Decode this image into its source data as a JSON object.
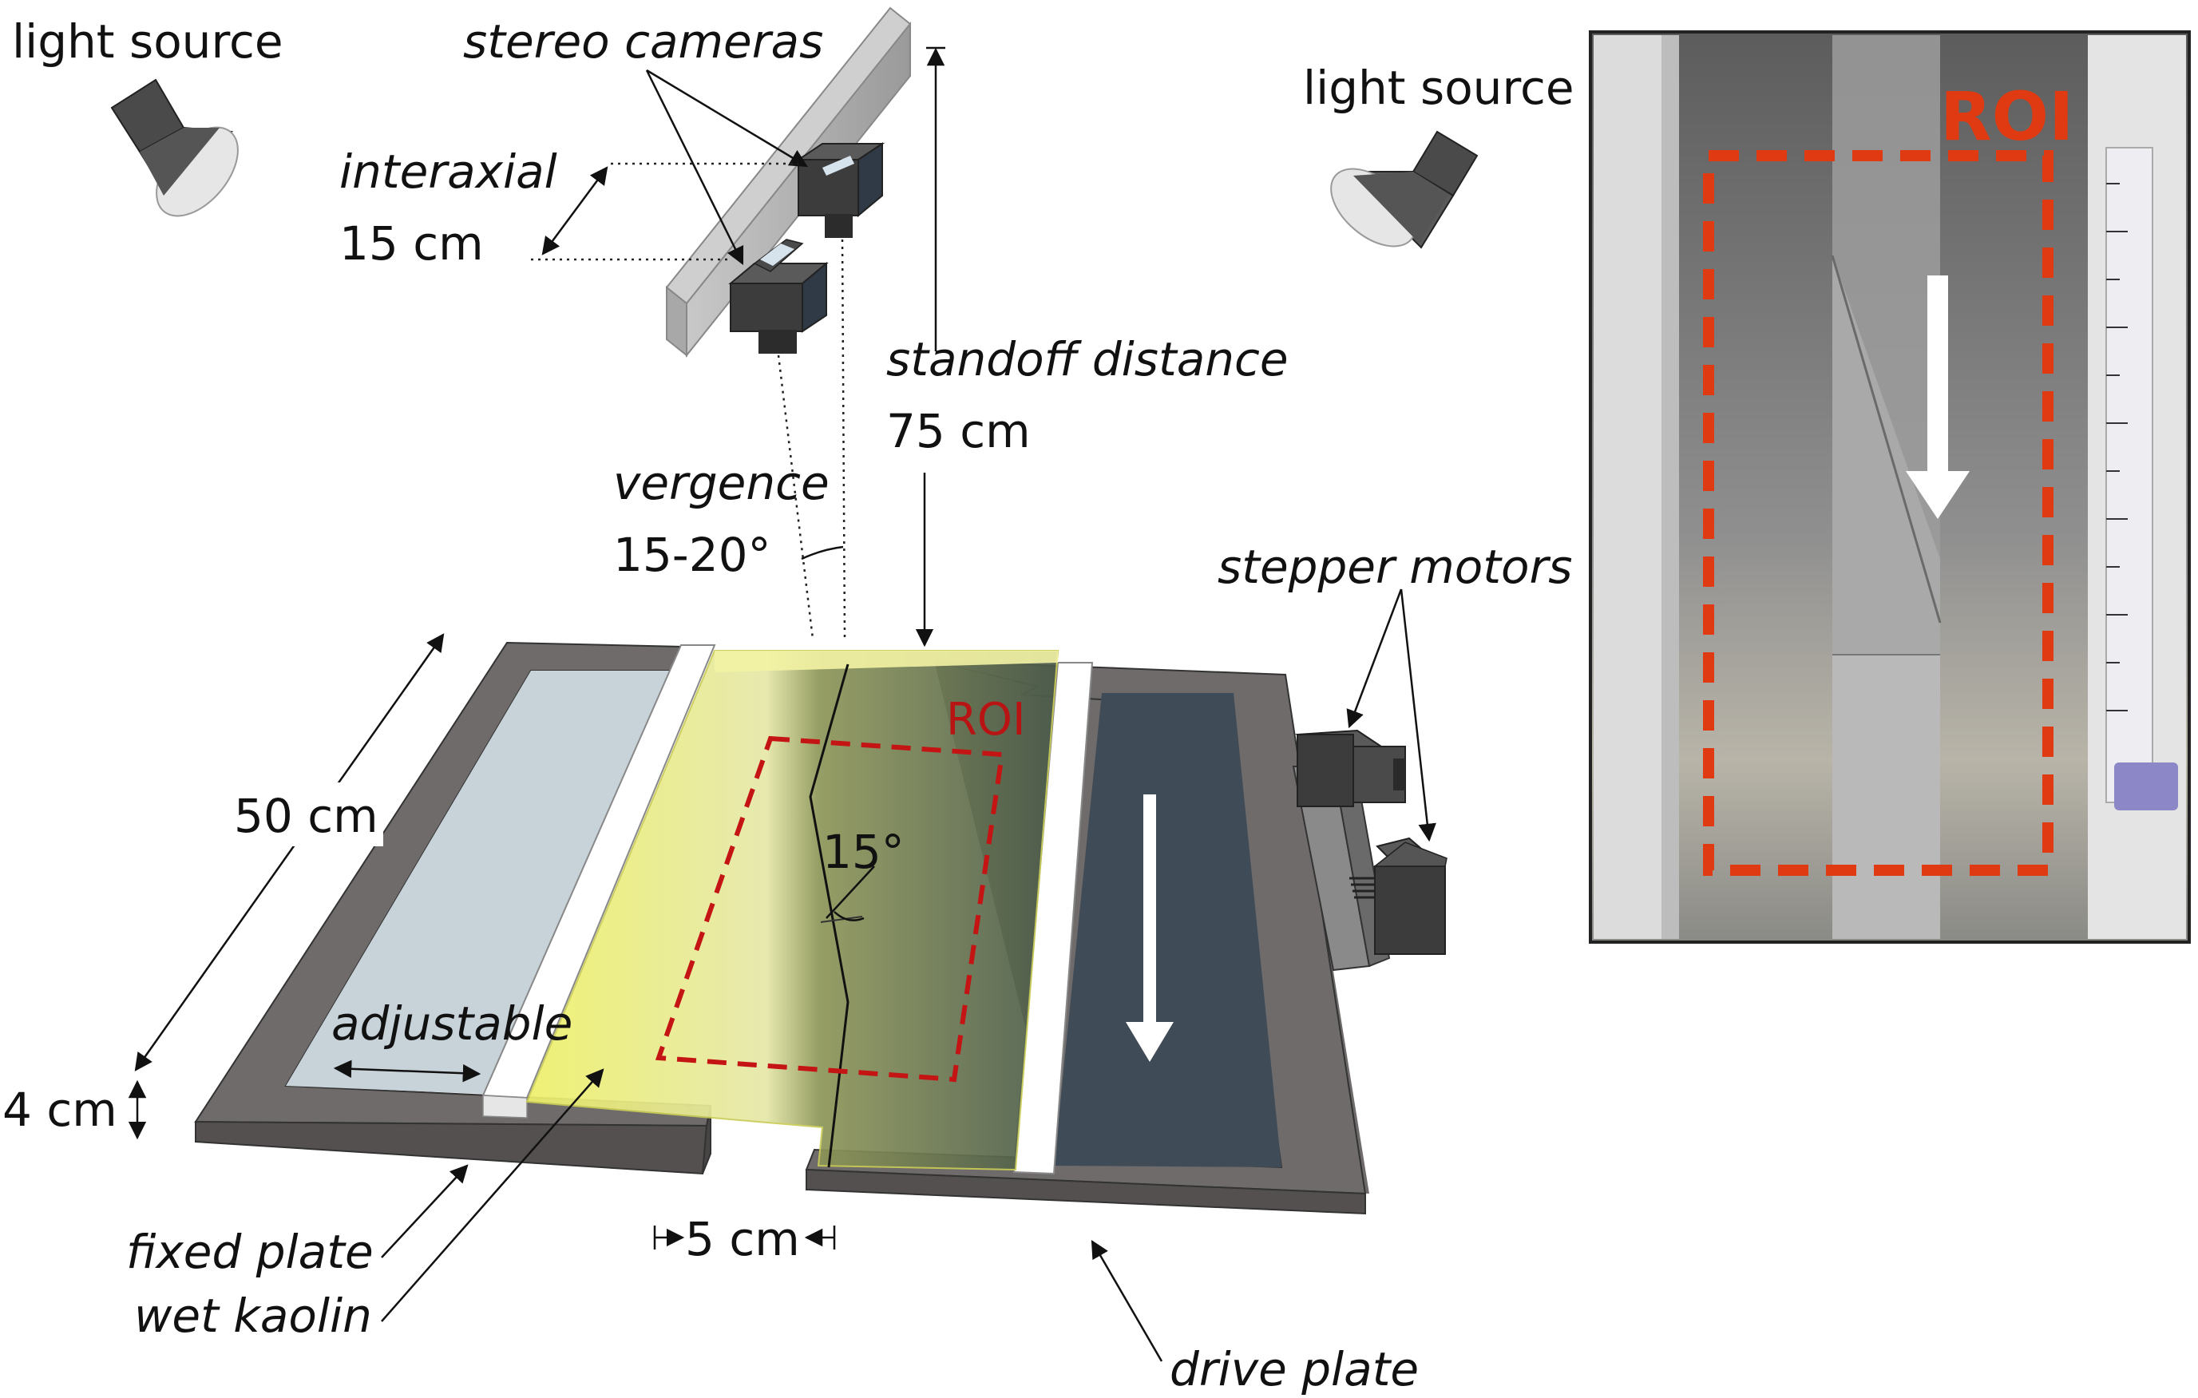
{
  "labels": {
    "light_source_left": "light source",
    "light_source_right": "light source",
    "stereo_cameras": "stereo cameras",
    "interaxial": "interaxial",
    "interaxial_value": "15 cm",
    "standoff_distance": "standoff distance",
    "standoff_value": "75 cm",
    "vergence": "vergence",
    "vergence_value": "15-20°",
    "stepper_motors": "stepper motors",
    "roi": "ROI",
    "roi_photo": "ROI",
    "angle": "15°",
    "length": "50 cm",
    "height": "4 cm",
    "adjustable": "adjustable",
    "gap": "5 cm",
    "fixed_plate": "fixed plate",
    "wet_kaolin": "wet kaolin",
    "drive_plate": "drive plate"
  },
  "colors": {
    "frame": "#6f6b6b",
    "fixed_plate_surface": "#c7d2d9",
    "drive_plate_surface": "#3f4b57",
    "kaolin": "#e8e978",
    "roi_diagram": "#c41414",
    "roi_photo": "#e03a12"
  },
  "icons": {
    "light": "light-source-icon",
    "camera": "camera-icon",
    "motor": "stepper-motor-icon",
    "arrow": "direction-arrow-icon"
  }
}
